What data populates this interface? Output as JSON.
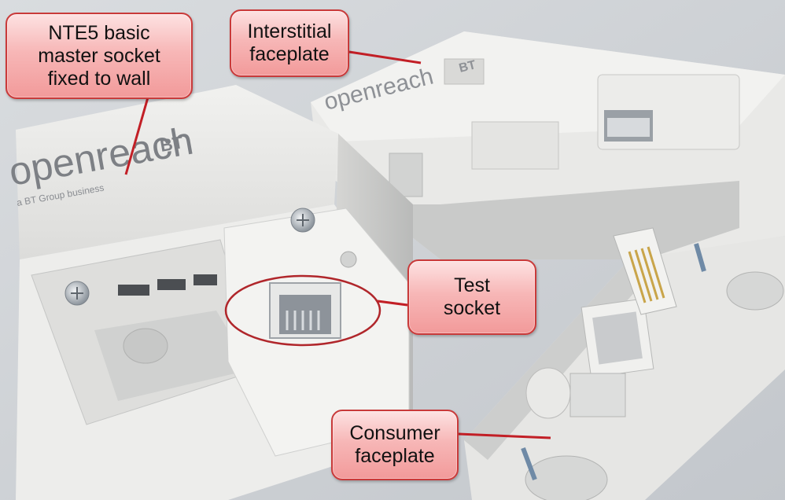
{
  "callouts": {
    "nte5": "NTE5 basic\nmaster socket\nfixed to wall",
    "interstitial": "Interstitial\nfaceplate",
    "test_socket": "Test\nsocket",
    "consumer": "Consumer\nfaceplate"
  },
  "brand": {
    "logo_text": "openreach",
    "logo_tagline": "a BT Group business",
    "logo_bt": "BT"
  },
  "colors": {
    "callout_fill": "#f7b7b7",
    "callout_border": "#c93a3a",
    "highlight_ellipse": "#b0262b",
    "plastic": "#f4f4f2"
  }
}
